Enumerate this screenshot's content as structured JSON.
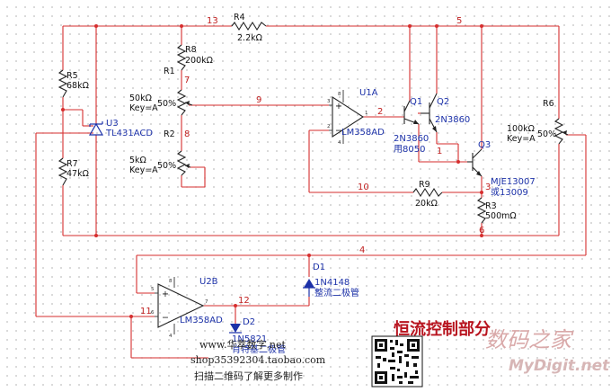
{
  "components": {
    "r4": {
      "ref": "R4",
      "value": "2.2kΩ"
    },
    "r8": {
      "ref": "R8",
      "value": "200kΩ"
    },
    "r5": {
      "ref": "R5",
      "value": "68kΩ"
    },
    "r7": {
      "ref": "R7",
      "value": "47kΩ"
    },
    "r1": {
      "ref": "R1",
      "value": "50kΩ",
      "key": "Key=A",
      "percent": "50%"
    },
    "r2": {
      "ref": "R2",
      "value": "5kΩ",
      "key": "Key=A",
      "percent": "50%"
    },
    "r6": {
      "ref": "R6",
      "value": "100kΩ",
      "key": "Key=A",
      "percent": "50%"
    },
    "r9": {
      "ref": "R9",
      "value": "20kΩ"
    },
    "r3": {
      "ref": "R3",
      "value": "500mΩ"
    },
    "u3": {
      "ref": "U3",
      "part": "TL431ACD"
    },
    "u1a": {
      "ref": "U1A",
      "part": "LM358AD"
    },
    "u2b": {
      "ref": "U2B",
      "part": "LM358AD"
    },
    "q1": {
      "ref": "Q1"
    },
    "q2": {
      "ref": "Q2",
      "part": "2N3860"
    },
    "q1_note": {
      "line1": "2N3860",
      "line2": "用8050"
    },
    "q3": {
      "ref": "Q3",
      "line1": "MJE13007",
      "line2": "或13009"
    },
    "d1": {
      "ref": "D1",
      "part": "1N4148",
      "note": "整流二极管"
    },
    "d2": {
      "ref": "D2",
      "part": "1N5821",
      "note": "肖特基二极管"
    }
  },
  "nets": {
    "n13": "13",
    "n5": "5",
    "n7": "7",
    "n8": "8",
    "n9": "9",
    "n2": "2",
    "n1": "1",
    "n3": "3",
    "n10": "10",
    "n6": "6",
    "n4": "4",
    "n11": "11",
    "n12": "12"
  },
  "pins": {
    "p1": "1",
    "p2": "2",
    "p3": "3",
    "p4": "4",
    "p5": "5",
    "p6": "6",
    "p7": "7",
    "p8": "8"
  },
  "title": "恒流控制部分",
  "shop": {
    "line1": "www.华萃数字.net",
    "line2": "shop35392304.taobao.com",
    "line3": "扫描二维码了解更多制作"
  },
  "watermark": {
    "cn": "数码之家",
    "en": "MyDigit.net"
  }
}
